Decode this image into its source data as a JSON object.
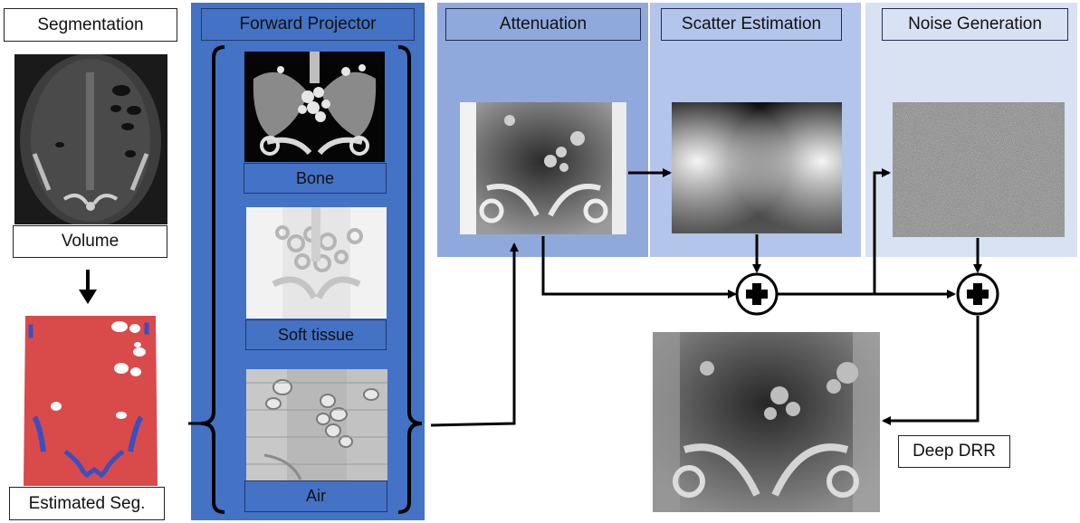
{
  "colors": {
    "forward_panel": "#4472c4",
    "attenuation_panel": "#8fa9dd",
    "scatter_panel": "#b3c5ea",
    "noise_panel": "#d9e2f3",
    "segmentation_red": "#d94a4a",
    "segmentation_blue": "#3a4fc0"
  },
  "labels": {
    "segmentation": "Segmentation",
    "volume": "Volume",
    "estimated_seg": "Estimated Seg.",
    "forward_projector": "Forward Projector",
    "bone": "Bone",
    "soft_tissue": "Soft tissue",
    "air": "Air",
    "attenuation": "Attenuation",
    "scatter_estimation": "Scatter Estimation",
    "noise_generation": "Noise Generation",
    "deep_drr": "Deep DRR"
  },
  "icons": {
    "sum_node": "plus-circle-icon",
    "arrow": "arrow-icon",
    "bracket": "curly-bracket-icon"
  }
}
